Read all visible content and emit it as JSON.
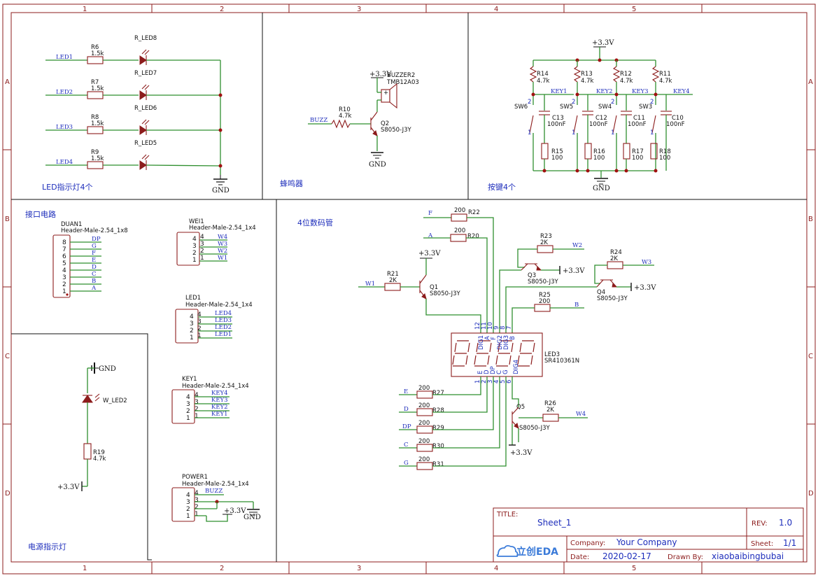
{
  "frame": {
    "columns": [
      "1",
      "2",
      "3",
      "4",
      "5"
    ],
    "rows": [
      "A",
      "B",
      "C",
      "D"
    ]
  },
  "sections": {
    "led": "LED指示灯4个",
    "buzzer": "蜂鸣器",
    "keys": "按键4个",
    "interface": "接口电路",
    "seg": "4位数码管",
    "power_led": "电源指示灯"
  },
  "led_block": {
    "rows": [
      {
        "net": "LED1",
        "res": "R6",
        "val": "1.5k",
        "led": "R_LED8"
      },
      {
        "net": "LED2",
        "res": "R7",
        "val": "1.5k",
        "led": "R_LED7"
      },
      {
        "net": "LED3",
        "res": "R8",
        "val": "1.5k",
        "led": "R_LED6"
      },
      {
        "net": "LED4",
        "res": "R9",
        "val": "1.5k",
        "led": "R_LED5"
      }
    ],
    "gnd": "GND"
  },
  "buzzer_block": {
    "vcc": "+3.3V",
    "buzzer": "BUZZER2",
    "buzzer_part": "TMB12A03",
    "net": "BUZZ",
    "res": "R10",
    "res_val": "4.7k",
    "q": "Q2",
    "q_part": "S8050-J3Y",
    "gnd": "GND"
  },
  "key_block": {
    "vcc": "+3.3V",
    "gnd": "GND",
    "cols": [
      {
        "pull": "R14",
        "pull_val": "4.7k",
        "key": "KEY1",
        "sw": "SW6",
        "cap": "C13",
        "cap_val": "100nF",
        "res": "R15",
        "res_val": "100"
      },
      {
        "pull": "R13",
        "pull_val": "4.7k",
        "key": "KEY2",
        "sw": "SW5",
        "cap": "C12",
        "cap_val": "100nF",
        "res": "R16",
        "res_val": "100"
      },
      {
        "pull": "R12",
        "pull_val": "4.7k",
        "key": "KEY3",
        "sw": "SW4",
        "cap": "C11",
        "cap_val": "100nF",
        "res": "R17",
        "res_val": "100"
      },
      {
        "pull": "R11",
        "pull_val": "4.7k",
        "key": "KEY4",
        "sw": "SW3",
        "cap": "C10",
        "cap_val": "100nF",
        "res": "R18",
        "res_val": "100"
      }
    ],
    "pin2": "2",
    "pin1": "1"
  },
  "headers": {
    "duan": {
      "name": "DUAN1",
      "part": "Header-Male-2.54_1x8",
      "pins": [
        "8",
        "7",
        "6",
        "5",
        "4",
        "3",
        "2",
        "1"
      ],
      "nets": [
        "DP",
        "G",
        "F",
        "E",
        "D",
        "C",
        "B",
        "A"
      ]
    },
    "wei": {
      "name": "WEI1",
      "part": "Header-Male-2.54_1x4",
      "pins": [
        "4",
        "3",
        "2",
        "1"
      ],
      "nets": [
        "W4",
        "W3",
        "W2",
        "W1"
      ]
    },
    "led": {
      "name": "LED1",
      "part": "Header-Male-2.54_1x4",
      "pins": [
        "4",
        "3",
        "2",
        "1"
      ],
      "nets": [
        "LED4",
        "LED3",
        "LED2",
        "LED1"
      ]
    },
    "key": {
      "name": "KEY1",
      "part": "Header-Male-2.54_1x4",
      "pins": [
        "4",
        "3",
        "2",
        "1"
      ],
      "nets": [
        "KEY4",
        "KEY3",
        "KEY2",
        "KEY1"
      ]
    },
    "power": {
      "name": "POWER1",
      "part": "Header-Male-2.54_1x4",
      "pins": [
        "4",
        "3",
        "2",
        "1"
      ],
      "net4": "BUZZ",
      "vcc": "+3.3V",
      "gnd": "GND"
    }
  },
  "power_led": {
    "gnd": "GND",
    "led": "W_LED2",
    "res": "R19",
    "res_val": "4.7k",
    "vcc": "+3.3V"
  },
  "seg_block": {
    "top_res": [
      {
        "net": "F",
        "val": "200",
        "name": "R22"
      },
      {
        "net": "A",
        "val": "200",
        "name": "R20"
      }
    ],
    "vcc": "+3.3V",
    "q1": {
      "net": "W1",
      "res": "R21",
      "val": "2K",
      "name": "Q1",
      "part": "S8050-J3Y"
    },
    "q3": {
      "net": "W2",
      "res": "R23",
      "val": "2K",
      "name": "Q3",
      "part": "S8050-J3Y"
    },
    "q4": {
      "net": "W3",
      "res": "R24",
      "val": "2K",
      "name": "Q4",
      "part": "S8050-J3Y"
    },
    "q5": {
      "net": "W4",
      "res": "R26",
      "val": "2K",
      "name": "Q5",
      "part": "S8050-J3Y"
    },
    "r25": {
      "net": "B",
      "val": "200",
      "name": "R25"
    },
    "display": {
      "name": "LED3",
      "part": "SR410361N",
      "top_pins": [
        "12",
        "11",
        "10",
        "9",
        "8",
        "7"
      ],
      "top_labels": [
        "DIG1",
        "A",
        "F",
        "DIG2",
        "DIG3",
        "B"
      ],
      "bot_pins": [
        "1",
        "2",
        "3",
        "4",
        "5",
        "6"
      ],
      "bot_labels": [
        "E",
        "D",
        "DP",
        "C",
        "G",
        "DIG4"
      ]
    },
    "bottom_res": [
      {
        "net": "E",
        "val": "200",
        "name": "R27"
      },
      {
        "net": "D",
        "val": "200",
        "name": "R28"
      },
      {
        "net": "DP",
        "val": "200",
        "name": "R29"
      },
      {
        "net": "C",
        "val": "200",
        "name": "R30"
      },
      {
        "net": "G",
        "val": "200",
        "name": "R31"
      }
    ]
  },
  "title_block": {
    "title_label": "TITLE:",
    "title": "Sheet_1",
    "rev_label": "REV:",
    "rev": "1.0",
    "logo": "立创EDA",
    "company_label": "Company:",
    "company": "Your Company",
    "sheet_label": "Sheet:",
    "sheet": "1/1",
    "date_label": "Date:",
    "date": "2020-02-17",
    "drawn_label": "Drawn By:",
    "drawn": "xiaobaibingbubai"
  }
}
